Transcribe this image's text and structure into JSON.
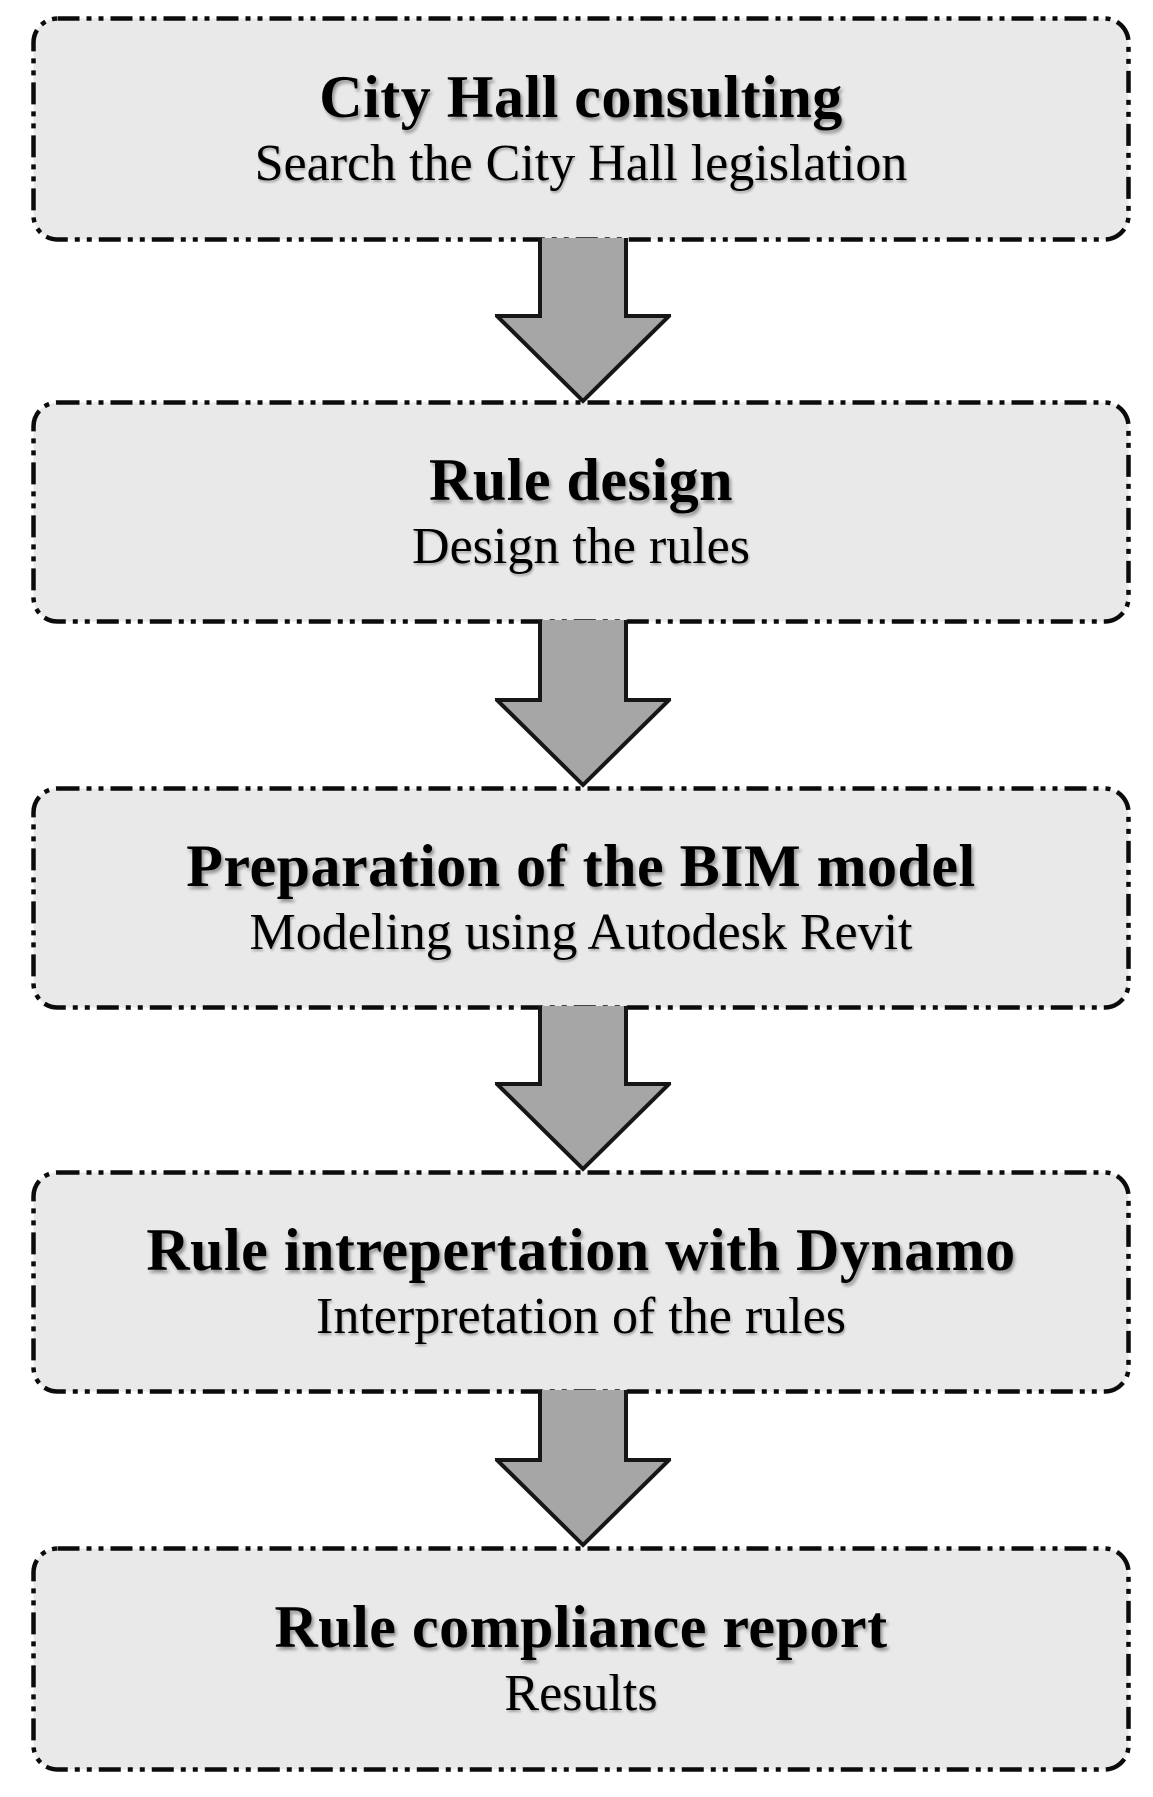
{
  "figure": {
    "type": "flowchart",
    "direction": "top-down",
    "steps": [
      {
        "title": "City Hall consulting",
        "subtitle": "Search the City Hall legislation"
      },
      {
        "title": "Rule design",
        "subtitle": "Design the rules"
      },
      {
        "title": "Preparation of the BIM model",
        "subtitle": "Modeling using Autodesk Revit"
      },
      {
        "title": "Rule intrepertation with Dynamo",
        "subtitle": "Interpretation of the rules"
      },
      {
        "title": "Rule compliance report",
        "subtitle": "Results"
      }
    ],
    "connectors": [
      {
        "from": 1,
        "to": 2,
        "icon": "down-arrow"
      },
      {
        "from": 2,
        "to": 3,
        "icon": "down-arrow"
      },
      {
        "from": 3,
        "to": 4,
        "icon": "down-arrow"
      },
      {
        "from": 4,
        "to": 5,
        "icon": "down-arrow"
      }
    ],
    "colors": {
      "background": "#ffffff",
      "box_fill": "#e9e9e9",
      "box_border": "#0b0b0b",
      "arrow_fill": "#a6a6a6",
      "arrow_stroke": "#161616",
      "text": "#000000"
    }
  }
}
